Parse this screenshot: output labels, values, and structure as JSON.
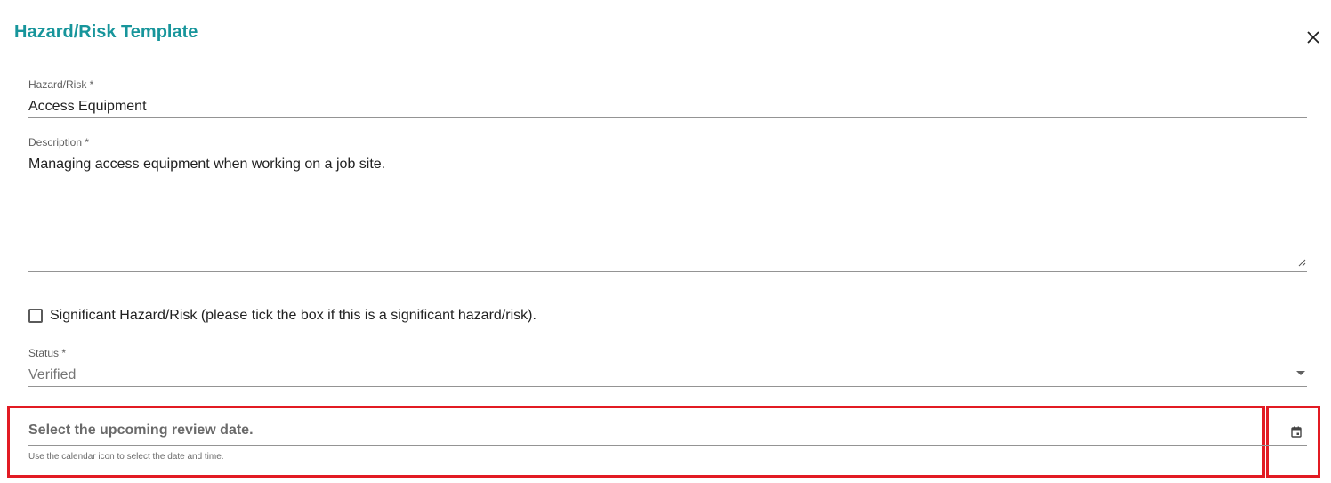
{
  "dialog": {
    "title": "Hazard/Risk Template"
  },
  "fields": {
    "hazard": {
      "label": "Hazard/Risk *",
      "value": "Access Equipment"
    },
    "description": {
      "label": "Description *",
      "value": "Managing access equipment when working on a job site."
    },
    "significant": {
      "label": "Significant Hazard/Risk (please tick the box if this is a significant hazard/risk).",
      "checked": false
    },
    "status": {
      "label": "Status *",
      "value": "Verified"
    },
    "review_date": {
      "placeholder": "Select the upcoming review date.",
      "hint": "Use the calendar icon to select the date and time."
    }
  },
  "icons": {
    "close": "close-icon",
    "calendar": "calendar-icon",
    "dropdown": "chevron-down-icon",
    "resize": "resize-handle-icon"
  },
  "colors": {
    "title": "#17959b",
    "highlight": "#e21b23"
  }
}
